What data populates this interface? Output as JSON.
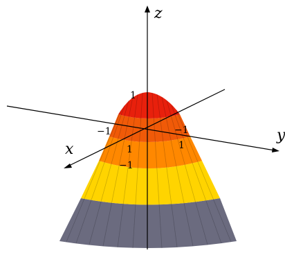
{
  "axes": {
    "z": "z",
    "x": "x",
    "y": "y"
  },
  "ticks": [
    {
      "id": "z-top",
      "text": "1"
    },
    {
      "id": "x-neg",
      "text": "−1"
    },
    {
      "id": "y-neg",
      "text": "−1"
    },
    {
      "id": "x-pos",
      "text": "1"
    },
    {
      "id": "y-pos",
      "text": "1"
    },
    {
      "id": "z-bottom",
      "text": "−1"
    }
  ],
  "colors": {
    "cap": "#e8200c",
    "band2": "#f05a08",
    "band3": "#ff8800",
    "band4": "#ffd400",
    "base": "#6b6b7f",
    "axis": "#000000"
  }
}
